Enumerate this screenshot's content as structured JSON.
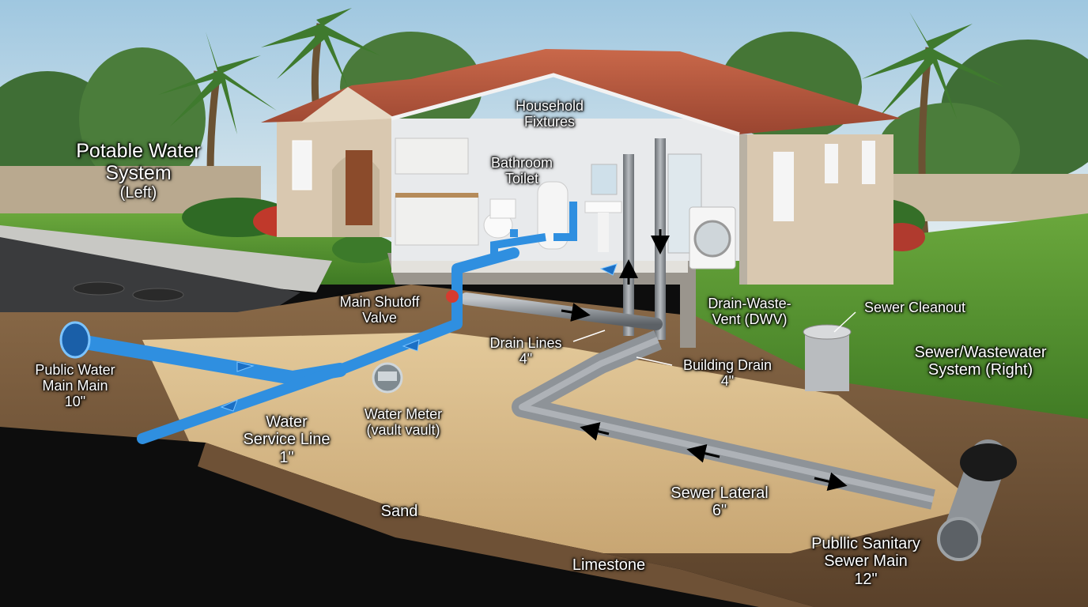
{
  "labels": {
    "potable": {
      "line1": "Potable Water",
      "line2": "System",
      "line3": "(Left)"
    },
    "household": {
      "line1": "Household",
      "line2": "Fixtures"
    },
    "bathroom": {
      "line1": "Bathroom",
      "line2": "Toilet"
    },
    "shutoff": {
      "line1": "Main Shutoff",
      "line2": "Valve"
    },
    "dwv": {
      "line1": "Drain-Waste-",
      "line2": "Vent (DWV)"
    },
    "cleanout": {
      "line1": "Sewer Cleanout"
    },
    "sewer_system": {
      "line1": "Sewer/Wastewater",
      "line2": "System (Right)"
    },
    "drain_lines": {
      "line1": "Drain Lines",
      "line2": "4\""
    },
    "building_drain": {
      "line1": "Building Drain",
      "line2": "4\""
    },
    "public_water": {
      "line1": "Public Water",
      "line2": "Main Main",
      "line3": "10\""
    },
    "service_line": {
      "line1": "Water",
      "line2": "Service Line",
      "line3": "1\""
    },
    "meter": {
      "line1": "Water Meter",
      "line2": "(vault vault)"
    },
    "sand": {
      "line1": "Sand"
    },
    "lateral": {
      "line1": "Sewer Lateral",
      "line2": "6\""
    },
    "limestone": {
      "line1": "Limestone"
    },
    "sanitary_main": {
      "line1": "Publlic Sanitary",
      "line2": "Sewer Main",
      "line3": "12\""
    }
  },
  "colors": {
    "water_pipe": "#2f8fe0",
    "sewer_pipe": "#8e9398",
    "roof": "#b5553a",
    "wall": "#d9c8b0",
    "sand": "#d6b98a",
    "soil": "#7a5a3c",
    "grass": "#4f8f2c",
    "sky": "#cfe3ef"
  }
}
